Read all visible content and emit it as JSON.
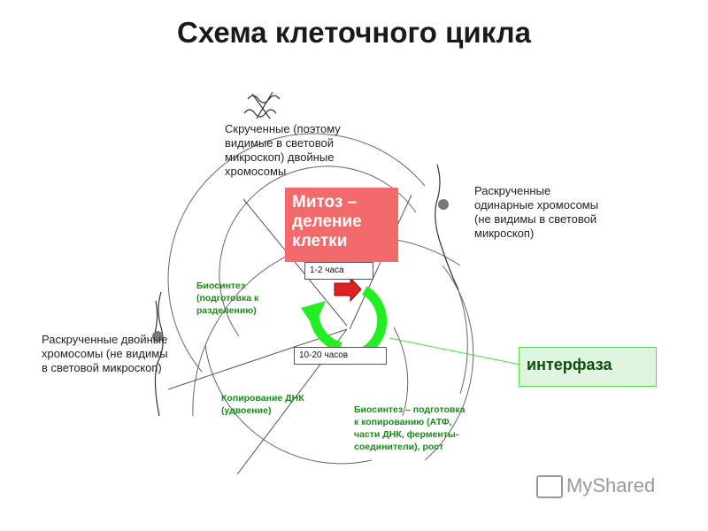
{
  "title": "Схема  клеточного цикла",
  "labels": {
    "coiled": "Скрученные (поэтому видимые в световой микроскоп) двойные хромосомы",
    "uncoiled_single": "Раскрученные одинарные хромосомы (не видимы в световой микроскоп)",
    "uncoiled_double": "Раскрученные двойные хромосомы (не видимы в световой микроскоп)",
    "mitosis": "Митоз – деление клетки",
    "interphase": "интерфаза",
    "time_short": "1-2 часа",
    "time_long": "10-20 часов",
    "biosynthesis_prep": "Биосинтез (подготовка к разделению)",
    "dna_copy": "Копирование ДНК (удвоение)",
    "biosynthesis_growth": "Биосинтез – подготовка к копированию (АТФ, части ДНК, ферменты-соединители), рост"
  },
  "logo": {
    "text": "MyShared"
  },
  "colors": {
    "mitosis_box": "#f26b6b",
    "interphase_box": "#dff5df",
    "cycle_arrow": "#22ee22",
    "red_arrow": "#dd2222",
    "label_green": "#1a8a1a"
  }
}
